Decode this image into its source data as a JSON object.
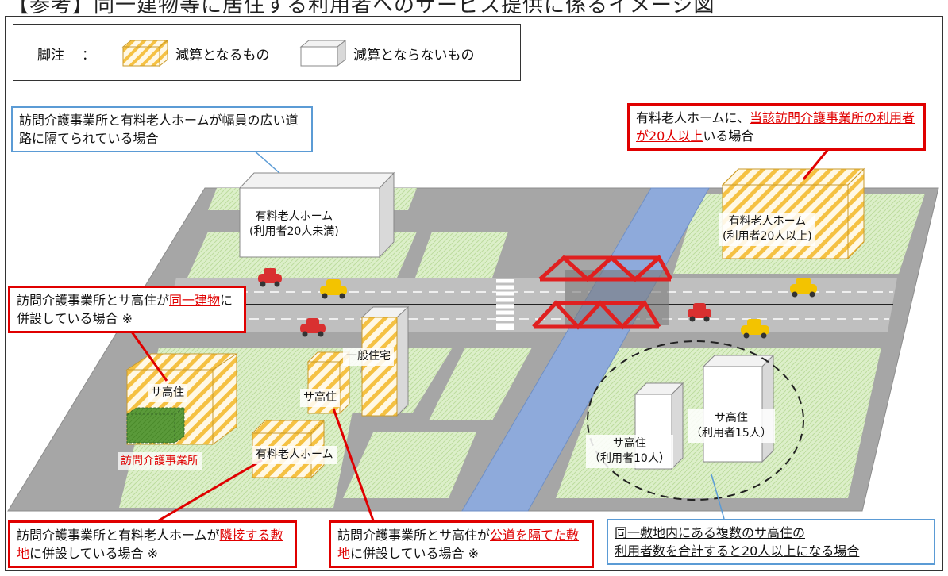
{
  "title": "【参考】同一建物等に居住する利用者へのサービス提供に係るイメージ図",
  "legend": {
    "label": "脚注",
    "colon": "：",
    "reduced": "減算となるもの",
    "not_reduced": "減算とならないもの"
  },
  "callouts": {
    "top_left": "訪問介護事業所と有料老人ホームが幅員の広い道路に隔てられている場合",
    "top_right": {
      "pre": "有料老人ホームに、",
      "hl": "当該訪問介護事業所の利用者が20人以上",
      "post": "いる場合"
    },
    "mid_left": {
      "pre": "訪問介護事業所とサ高住が",
      "hl": "同一建物",
      "post": "に併設している場合 ※"
    },
    "bottom_left": {
      "pre": "訪問介護事業所と有料老人ホームが",
      "hl": "隣接する敷地",
      "post": "に併設している場合 ※"
    },
    "bottom_mid": {
      "pre": "訪問介護事業所とサ高住が",
      "hl": "公道を隔てた敷地",
      "post": "に併設している場合 ※"
    },
    "bottom_right": {
      "line1": "同一敷地内にある複数のサ高住の",
      "line2": "利用者数を合計すると20人以上になる場合"
    }
  },
  "buildings": {
    "top_home": "有料老人ホーム\n(利用者20人未満)",
    "right_home": "有料老人ホーム\n(利用者20人以上)",
    "general_house": "一般住宅",
    "sakou_left": "サ高住",
    "sakou_mid": "サ高住",
    "office": "訪問介護事業所",
    "home_bottom": "有料老人ホーム",
    "sakou_10": "サ高住\n（利用者10人）",
    "sakou_15": "サ高住\n（利用者15人）"
  },
  "colors": {
    "accent_red": "#e00000",
    "callout_blue": "#5b9bd5",
    "river": "#8eaadb",
    "lot_green": "#d4edbc",
    "road": "#a6a6a6"
  }
}
